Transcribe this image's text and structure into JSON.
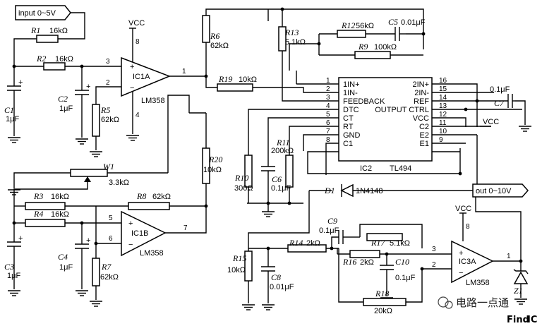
{
  "ports": {
    "input": "input 0~5V",
    "output": "out 0~10V",
    "vcc": "VCC"
  },
  "components": {
    "R1": {
      "ref": "R1",
      "value": "16kΩ"
    },
    "R2": {
      "ref": "R2",
      "value": "16kΩ"
    },
    "R3": {
      "ref": "R3",
      "value": "16kΩ"
    },
    "R4": {
      "ref": "R4",
      "value": "16kΩ"
    },
    "R5": {
      "ref": "R5",
      "value": "62kΩ"
    },
    "R6": {
      "ref": "R6",
      "value": "62kΩ"
    },
    "R7": {
      "ref": "R7",
      "value": "62kΩ"
    },
    "R8": {
      "ref": "R8",
      "value": "62kΩ"
    },
    "R9": {
      "ref": "R9",
      "value": "100kΩ"
    },
    "R10": {
      "ref": "R10",
      "value": "300Ω"
    },
    "R11": {
      "ref": "R11",
      "value": "200kΩ"
    },
    "R12": {
      "ref": "R12",
      "value": "56kΩ"
    },
    "R13": {
      "ref": "R13",
      "value": "5.1kΩ"
    },
    "R14": {
      "ref": "R14",
      "value": "2kΩ"
    },
    "R15": {
      "ref": "R15",
      "value": "10kΩ"
    },
    "R16": {
      "ref": "R16",
      "value": "2kΩ"
    },
    "R17": {
      "ref": "R17",
      "value": "5.1kΩ"
    },
    "R18": {
      "ref": "R18",
      "value": "20kΩ"
    },
    "R19": {
      "ref": "R19",
      "value": "10kΩ"
    },
    "R20": {
      "ref": "R20",
      "value": "10kΩ"
    },
    "W1": {
      "ref": "W1",
      "value": "3.3kΩ"
    },
    "C1": {
      "ref": "C1",
      "value": "1μF"
    },
    "C2": {
      "ref": "C2",
      "value": "1μF"
    },
    "C3": {
      "ref": "C3",
      "value": "1μF"
    },
    "C4": {
      "ref": "C4",
      "value": "1μF"
    },
    "C5": {
      "ref": "C5",
      "value": "0.01μF"
    },
    "C6": {
      "ref": "C6",
      "value": "0.1μF"
    },
    "C7": {
      "ref": "C7",
      "value": "0.1μF"
    },
    "C8": {
      "ref": "C8",
      "value": "0.01μF"
    },
    "C9": {
      "ref": "C9",
      "value": "0.1μF"
    },
    "C10": {
      "ref": "C10",
      "value": "0.1μF"
    },
    "D1": {
      "ref": "D1",
      "value": "1N4148"
    },
    "Z1": {
      "ref": "Z1"
    }
  },
  "ics": {
    "IC1A": {
      "name": "IC1A",
      "part": "LM358",
      "pin_in_plus": "3",
      "pin_in_minus": "2",
      "pin_out": "1",
      "pin_vcc": "8",
      "pin_gnd": "4"
    },
    "IC1B": {
      "name": "IC1B",
      "part": "LM358",
      "pin_in_plus": "5",
      "pin_in_minus": "6",
      "pin_out": "7"
    },
    "IC3A": {
      "name": "IC3A",
      "part": "LM358",
      "pin_in_plus": "3",
      "pin_in_minus": "2",
      "pin_out": "1",
      "pin_vcc": "8"
    },
    "IC2": {
      "name": "IC2",
      "part": "TL494",
      "left_pins": [
        {
          "num": "1",
          "label": "1IN+"
        },
        {
          "num": "2",
          "label": "1IN-"
        },
        {
          "num": "3",
          "label": "FEEDBACK"
        },
        {
          "num": "4",
          "label": "DTC"
        },
        {
          "num": "5",
          "label": "CT"
        },
        {
          "num": "6",
          "label": "RT"
        },
        {
          "num": "7",
          "label": "GND"
        },
        {
          "num": "8",
          "label": "C1"
        }
      ],
      "right_pins": [
        {
          "num": "16",
          "label": "2IN+"
        },
        {
          "num": "15",
          "label": "2IN-"
        },
        {
          "num": "14",
          "label": "REF"
        },
        {
          "num": "13",
          "label": "OUTPUT CTRL"
        },
        {
          "num": "12",
          "label": "VCC"
        },
        {
          "num": "11",
          "label": "C2"
        },
        {
          "num": "10",
          "label": "E2"
        },
        {
          "num": "9",
          "label": "E1"
        }
      ]
    }
  },
  "watermark": {
    "text": "电路一点通",
    "logo_left": "Find",
    "logo_right": "IC"
  }
}
